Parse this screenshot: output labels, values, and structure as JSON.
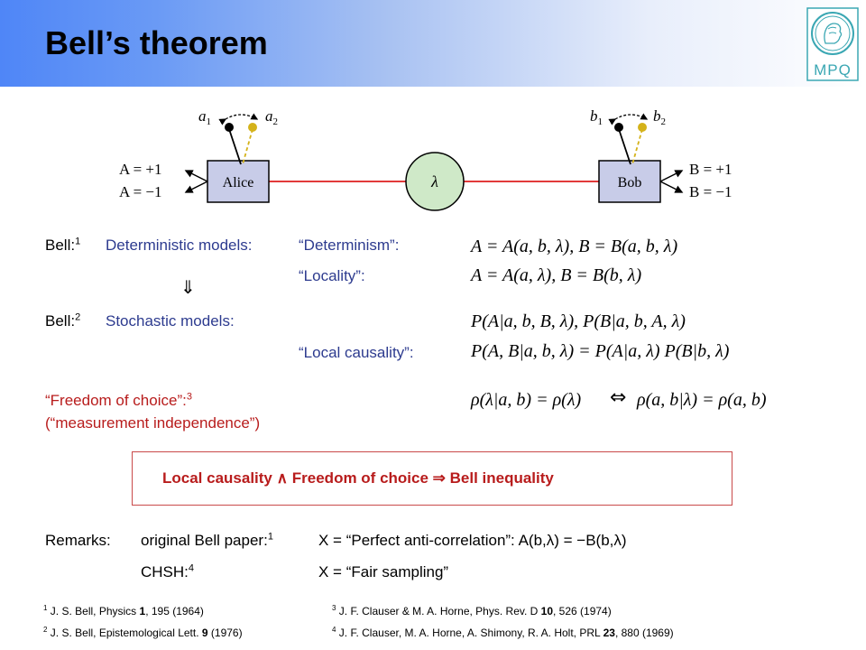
{
  "slide": {
    "title": "Bell’s theorem",
    "logo_text": "MPQ"
  },
  "diagram": {
    "alice": "Alice",
    "bob": "Bob",
    "lambda": "λ",
    "a1": "a",
    "a1_sub": "1",
    "a2": "a",
    "a2_sub": "2",
    "b1": "b",
    "b1_sub": "1",
    "b2": "b",
    "b2_sub": "2",
    "A_plus": "A = +1",
    "A_minus": "A = −1",
    "B_plus": "B = +1",
    "B_minus": "B = −1",
    "colors": {
      "red_line": "#e23a3a",
      "yellow": "#d4b21a",
      "black": "#000000",
      "box_fill": "#c8cce8",
      "circle_fill": "#cfe9c8"
    }
  },
  "content": {
    "bell1_label": "Bell:",
    "bell1_sup": "1",
    "deterministic": "Deterministic models:",
    "determinism_label": "“Determinism”:",
    "determinism_eq": "A = A(a, b, λ),  B = B(a, b, λ)",
    "arrow_down": "⇓",
    "locality_label": "“Locality”:",
    "locality_eq": "A = A(a, λ),  B = B(b, λ)",
    "bell2_label": "Bell:",
    "bell2_sup": "2",
    "stochastic": "Stochastic models:",
    "stochastic_eq": "P(A|a, b, B, λ), P(B|a, b, A, λ)",
    "local_causality_label": "“Local causality”:",
    "local_causality_eq": "P(A, B|a, b, λ) = P(A|a, λ) P(B|b, λ)",
    "freedom_label": "“Freedom of choice”:",
    "freedom_sup": "3",
    "measurement_independence": "(“measurement independence”)",
    "freedom_eq_left": "ρ(λ|a, b) = ρ(λ)",
    "equiv": "⇔",
    "freedom_eq_right": "ρ(a, b|λ)  =  ρ(a, b)",
    "conclusion": "Local causality  ∧  Freedom of choice   ⇒   Bell inequality",
    "remarks_label": "Remarks:",
    "remark1_a": "original Bell paper:",
    "remark1_sup": "1",
    "remark1_b": "X = “Perfect anti-correlation”: A(b,λ) = −B(b,λ)",
    "remark2_a": "CHSH:",
    "remark2_sup": "4",
    "remark2_b": "X = “Fair sampling”"
  },
  "footnotes": [
    {
      "num": "1",
      "text": "J. S. Bell, Physics ",
      "bold": "1",
      "rest": ", 195 (1964)"
    },
    {
      "num": "2",
      "text": "J. S. Bell, Epistemological Lett. ",
      "bold": "9",
      "rest": " (1976)"
    },
    {
      "num": "3",
      "text": "J. F. Clauser & M. A. Horne, Phys. Rev. D ",
      "bold": "10",
      "rest": ", 526 (1974)"
    },
    {
      "num": "4",
      "text": "J. F. Clauser, M. A. Horne, A. Shimony, R. A. Holt, PRL ",
      "bold": "23",
      "rest": ", 880 (1969)"
    }
  ]
}
